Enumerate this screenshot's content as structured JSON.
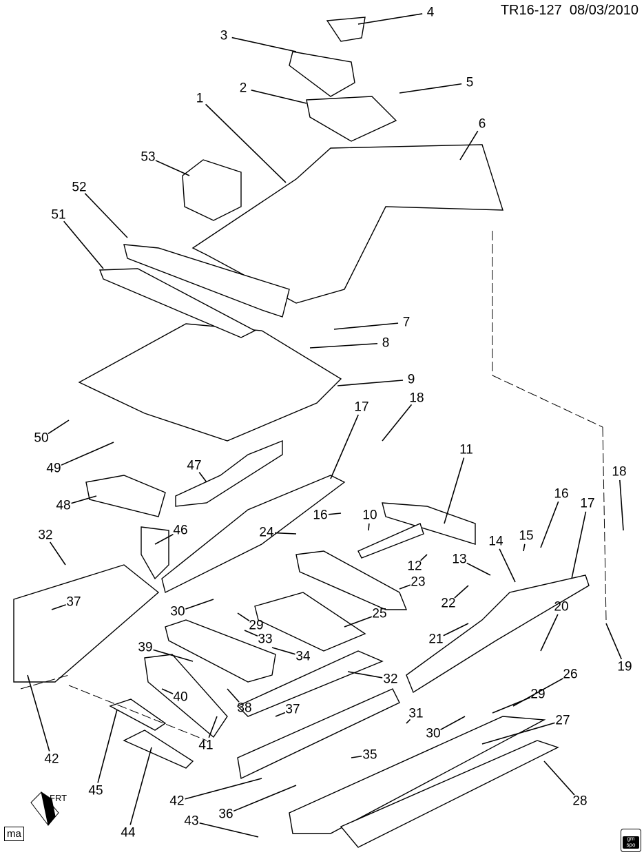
{
  "header": {
    "code": "TR16-127",
    "date": "08/03/2010"
  },
  "corner_badge": "ma",
  "front_indicator": {
    "icon": "front-direction-arrow-icon",
    "text": "FRT"
  },
  "logo": {
    "icon": "gm-spo-logo",
    "text": "gm spo"
  },
  "callouts": [
    "4",
    "3",
    "5",
    "2",
    "6",
    "1",
    "53",
    "52",
    "51",
    "7",
    "8",
    "9",
    "50",
    "49",
    "48",
    "47",
    "17",
    "18",
    "11",
    "46",
    "32",
    "16",
    "10",
    "24",
    "12",
    "13",
    "14",
    "15",
    "16",
    "17",
    "18",
    "23",
    "22",
    "30",
    "29",
    "25",
    "21",
    "20",
    "19",
    "37",
    "33",
    "34",
    "39",
    "32",
    "26",
    "38",
    "29",
    "40",
    "37",
    "31",
    "30",
    "41",
    "27",
    "42",
    "35",
    "45",
    "42",
    "28",
    "36",
    "44",
    "43"
  ]
}
